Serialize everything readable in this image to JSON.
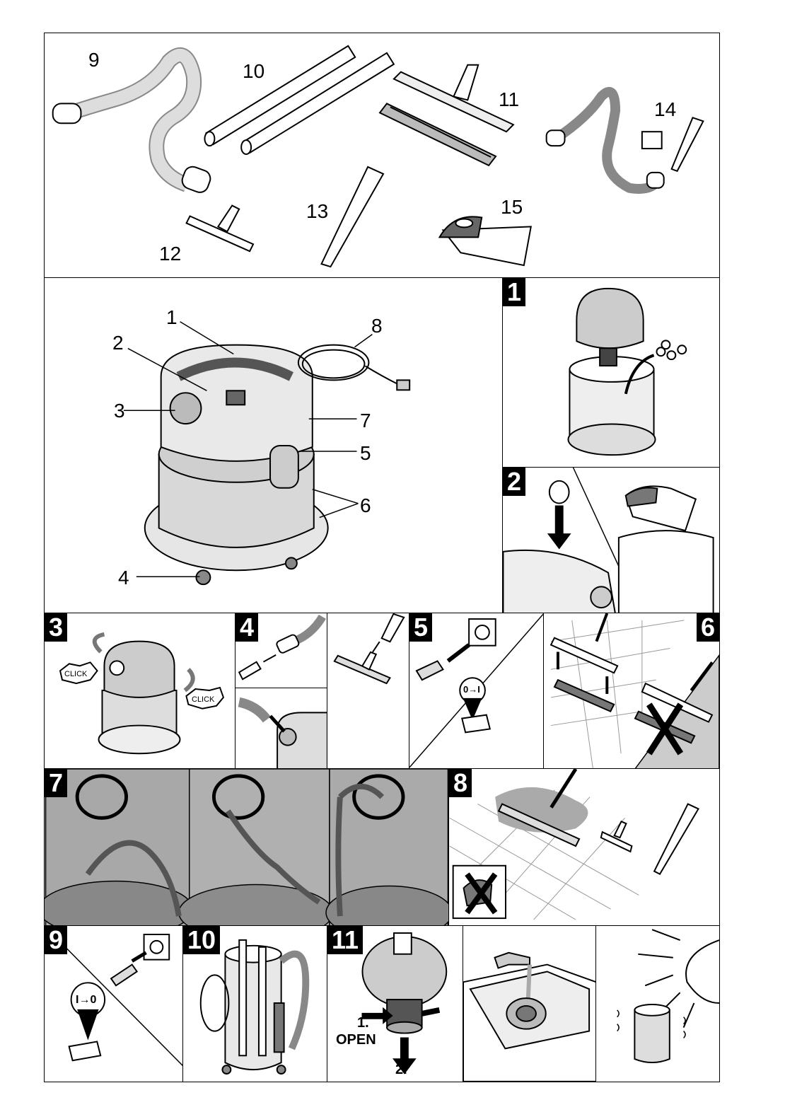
{
  "accessories": {
    "labels": [
      "9",
      "10",
      "11",
      "12",
      "13",
      "14",
      "15"
    ]
  },
  "overview": {
    "labels": [
      "1",
      "2",
      "3",
      "4",
      "5",
      "6",
      "7",
      "8"
    ]
  },
  "steps": {
    "s1": "1",
    "s2": "2",
    "s3": "3",
    "s4": "4",
    "s5": "5",
    "s6": "6",
    "s7": "7",
    "s8": "8",
    "s9": "9",
    "s10": "10",
    "s11": "11"
  },
  "annotations": {
    "click": "CLICK",
    "on": "0→I",
    "off": "I→0",
    "open_num": "1.",
    "open": "OPEN",
    "two": "2."
  }
}
